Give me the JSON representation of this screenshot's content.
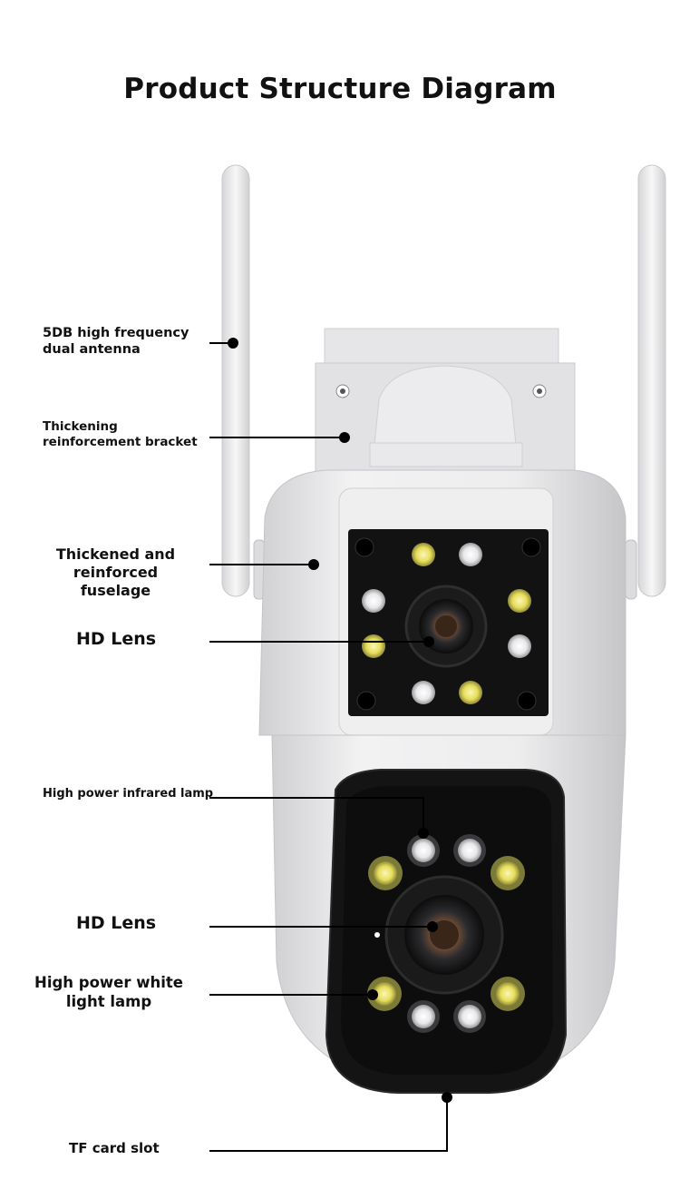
{
  "title": "Product Structure Diagram",
  "labels": {
    "antenna": [
      "5DB high frequency",
      "dual antenna"
    ],
    "bracket": [
      "Thickening",
      "reinforcement bracket"
    ],
    "fuselage": [
      "Thickened and",
      "reinforced fuselage"
    ],
    "hd_lens_top": "HD Lens",
    "infrared_lamp": "High power infrared lamp",
    "hd_lens_bottom": "HD Lens",
    "white_light": [
      "High power white",
      "light lamp"
    ],
    "tf_slot": "TF card slot"
  },
  "colors": {
    "body": "#e8e8ea",
    "body_shade": "#c9c9cc",
    "panel": "#151515",
    "led_white": "#f4f4f4",
    "led_yellow": "#e9e36a",
    "line": "#000000"
  }
}
